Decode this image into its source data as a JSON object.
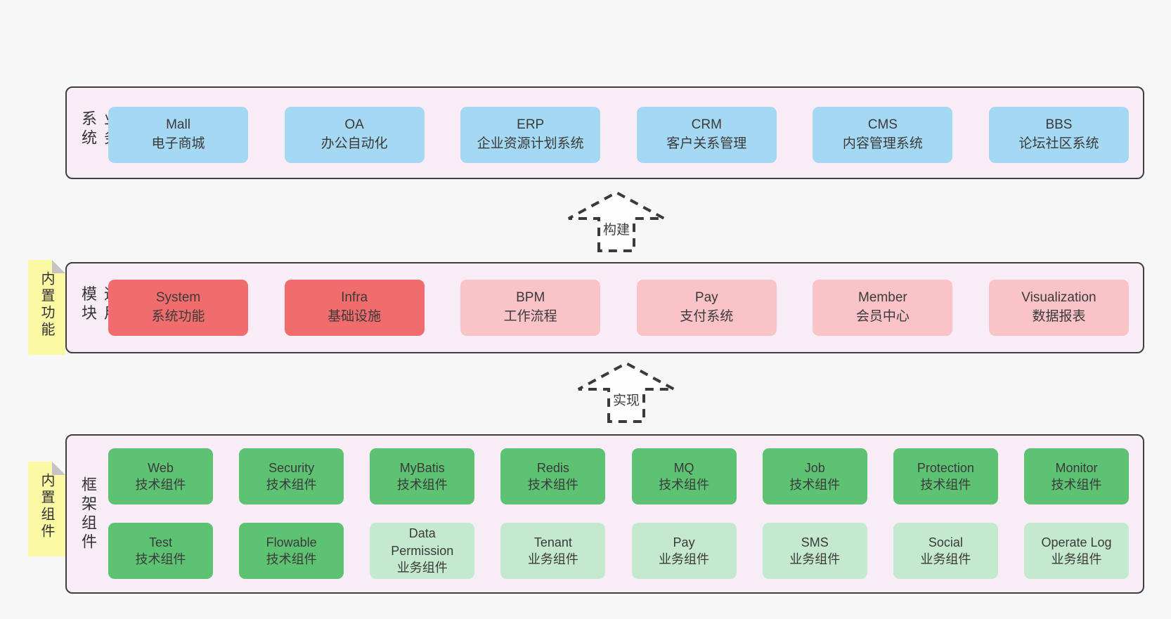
{
  "colors": {
    "page_bg": "#f7f7f7",
    "container_bg": "#f8edf7",
    "container_border": "#3f3f3f",
    "blue_box": "#a5d8f2",
    "red_box": "#f16c6c",
    "pink_box": "#f9c3c8",
    "green_box": "#5ec273",
    "light_green_box": "#c5e9cf",
    "note_yellow": "#fbf9a4",
    "note_fold_gray": "#c4c4c4",
    "text": "#3a3a3a"
  },
  "arrows": [
    {
      "label": "构建"
    },
    {
      "label": "实现"
    }
  ],
  "layers": {
    "business": {
      "label": "业务系统",
      "boxes": [
        {
          "title": "Mall",
          "subtitle": "电子商城"
        },
        {
          "title": "OA",
          "subtitle": "办公自动化"
        },
        {
          "title": "ERP",
          "subtitle": "企业资源计划系统"
        },
        {
          "title": "CRM",
          "subtitle": "客户关系管理"
        },
        {
          "title": "CMS",
          "subtitle": "内容管理系统"
        },
        {
          "title": "BBS",
          "subtitle": "论坛社区系统"
        }
      ]
    },
    "modules": {
      "note": "内置功能",
      "label": "通用模块",
      "boxes": [
        {
          "title": "System",
          "subtitle": "系统功能"
        },
        {
          "title": "Infra",
          "subtitle": "基础设施"
        },
        {
          "title": "BPM",
          "subtitle": "工作流程"
        },
        {
          "title": "Pay",
          "subtitle": "支付系统"
        },
        {
          "title": "Member",
          "subtitle": "会员中心"
        },
        {
          "title": "Visualization",
          "subtitle": "数据报表"
        }
      ]
    },
    "components": {
      "note": "内置组件",
      "label": "框架组件",
      "row1": [
        {
          "title": "Web",
          "subtitle": "技术组件"
        },
        {
          "title": "Security",
          "subtitle": "技术组件"
        },
        {
          "title": "MyBatis",
          "subtitle": "技术组件"
        },
        {
          "title": "Redis",
          "subtitle": "技术组件"
        },
        {
          "title": "MQ",
          "subtitle": "技术组件"
        },
        {
          "title": "Job",
          "subtitle": "技术组件"
        },
        {
          "title": "Protection",
          "subtitle": "技术组件"
        },
        {
          "title": "Monitor",
          "subtitle": "技术组件"
        }
      ],
      "row2": [
        {
          "title": "Test",
          "subtitle": "技术组件"
        },
        {
          "title": "Flowable",
          "subtitle": "技术组件"
        },
        {
          "title": "Data Permission",
          "subtitle": "业务组件"
        },
        {
          "title": "Tenant",
          "subtitle": "业务组件"
        },
        {
          "title": "Pay",
          "subtitle": "业务组件"
        },
        {
          "title": "SMS",
          "subtitle": "业务组件"
        },
        {
          "title": "Social",
          "subtitle": "业务组件"
        },
        {
          "title": "Operate Log",
          "subtitle": "业务组件"
        }
      ]
    }
  }
}
